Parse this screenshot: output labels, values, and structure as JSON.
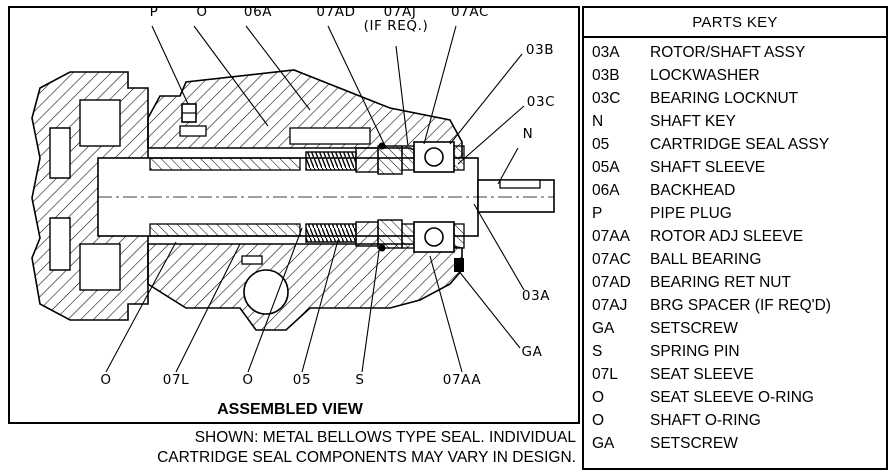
{
  "drawing": {
    "title": "ASSEMBLED VIEW",
    "callouts_top": [
      "P",
      "O",
      "06A",
      "07AD",
      "07AJ",
      "(IF REQ.)",
      "07AC"
    ],
    "callouts_right": [
      "03B",
      "03C",
      "N",
      "03A",
      "GA"
    ],
    "callouts_bottom": [
      "O",
      "07L",
      "O",
      "05",
      "S",
      "07AA"
    ]
  },
  "caption": {
    "line1": "SHOWN: METAL BELLOWS TYPE SEAL. INDIVIDUAL",
    "line2": "CARTRIDGE SEAL COMPONENTS MAY VARY IN DESIGN."
  },
  "parts_key": {
    "title": "PARTS KEY",
    "items": [
      {
        "code": "03A",
        "desc": "ROTOR/SHAFT ASSY"
      },
      {
        "code": "03B",
        "desc": "LOCKWASHER"
      },
      {
        "code": "03C",
        "desc": "BEARING LOCKNUT"
      },
      {
        "code": "N",
        "desc": "SHAFT KEY"
      },
      {
        "code": "05",
        "desc": "CARTRIDGE SEAL ASSY"
      },
      {
        "code": "05A",
        "desc": "SHAFT SLEEVE"
      },
      {
        "code": "06A",
        "desc": "BACKHEAD"
      },
      {
        "code": "P",
        "desc": "PIPE PLUG"
      },
      {
        "code": "07AA",
        "desc": "ROTOR ADJ SLEEVE"
      },
      {
        "code": "07AC",
        "desc": "BALL BEARING"
      },
      {
        "code": "07AD",
        "desc": "BEARING RET NUT"
      },
      {
        "code": "07AJ",
        "desc": "BRG SPACER (IF REQ'D)"
      },
      {
        "code": "GA",
        "desc": "SETSCREW"
      },
      {
        "code": "S",
        "desc": "SPRING PIN"
      },
      {
        "code": "07L",
        "desc": "SEAT SLEEVE"
      },
      {
        "code": "O",
        "desc": "SEAT SLEEVE O-RING"
      },
      {
        "code": "O",
        "desc": "SHAFT O-RING"
      },
      {
        "code": "GA",
        "desc": "SETSCREW"
      }
    ]
  }
}
